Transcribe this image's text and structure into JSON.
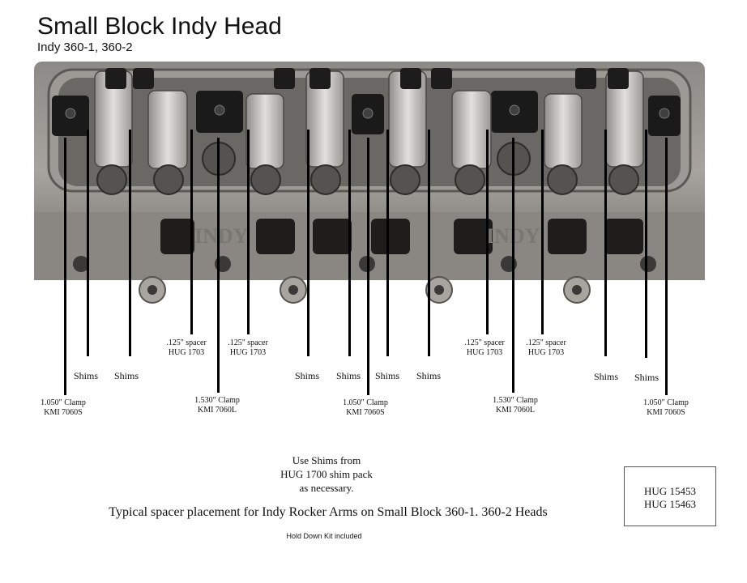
{
  "header": {
    "title": "Small Block Indy Head",
    "subtitle": "Indy 360-1, 360-2"
  },
  "photo": {
    "casting_text": [
      "INDY",
      "INDY"
    ]
  },
  "labels": {
    "clamp_1050_a": [
      "1.050\" Clamp",
      "KMI 7060S"
    ],
    "clamp_1530_a": [
      "1.530\" Clamp",
      "KMI 7060L"
    ],
    "clamp_1050_b": [
      "1.050\" Clamp",
      "KMI 7060S"
    ],
    "clamp_1530_b": [
      "1.530\" Clamp",
      "KMI 7060L"
    ],
    "clamp_1050_c": [
      "1.050\" Clamp",
      "KMI 7060S"
    ],
    "spacer_1": [
      ".125\" spacer",
      "HUG 1703"
    ],
    "spacer_2": [
      ".125\" spacer",
      "HUG 1703"
    ],
    "spacer_3": [
      ".125\" spacer",
      "HUG 1703"
    ],
    "spacer_4": [
      ".125\" spacer",
      "HUG 1703"
    ],
    "shims": "Shims"
  },
  "notes": {
    "use_shims": [
      "Use Shims from",
      "HUG 1700 shim pack",
      "as necessary."
    ],
    "caption": "Typical spacer placement for Indy Rocker Arms on Small Block 360-1. 360-2 Heads",
    "kit": "Hold Down Kit included"
  },
  "part_box": {
    "lines": [
      "HUG 15453",
      "HUG 15463"
    ]
  }
}
